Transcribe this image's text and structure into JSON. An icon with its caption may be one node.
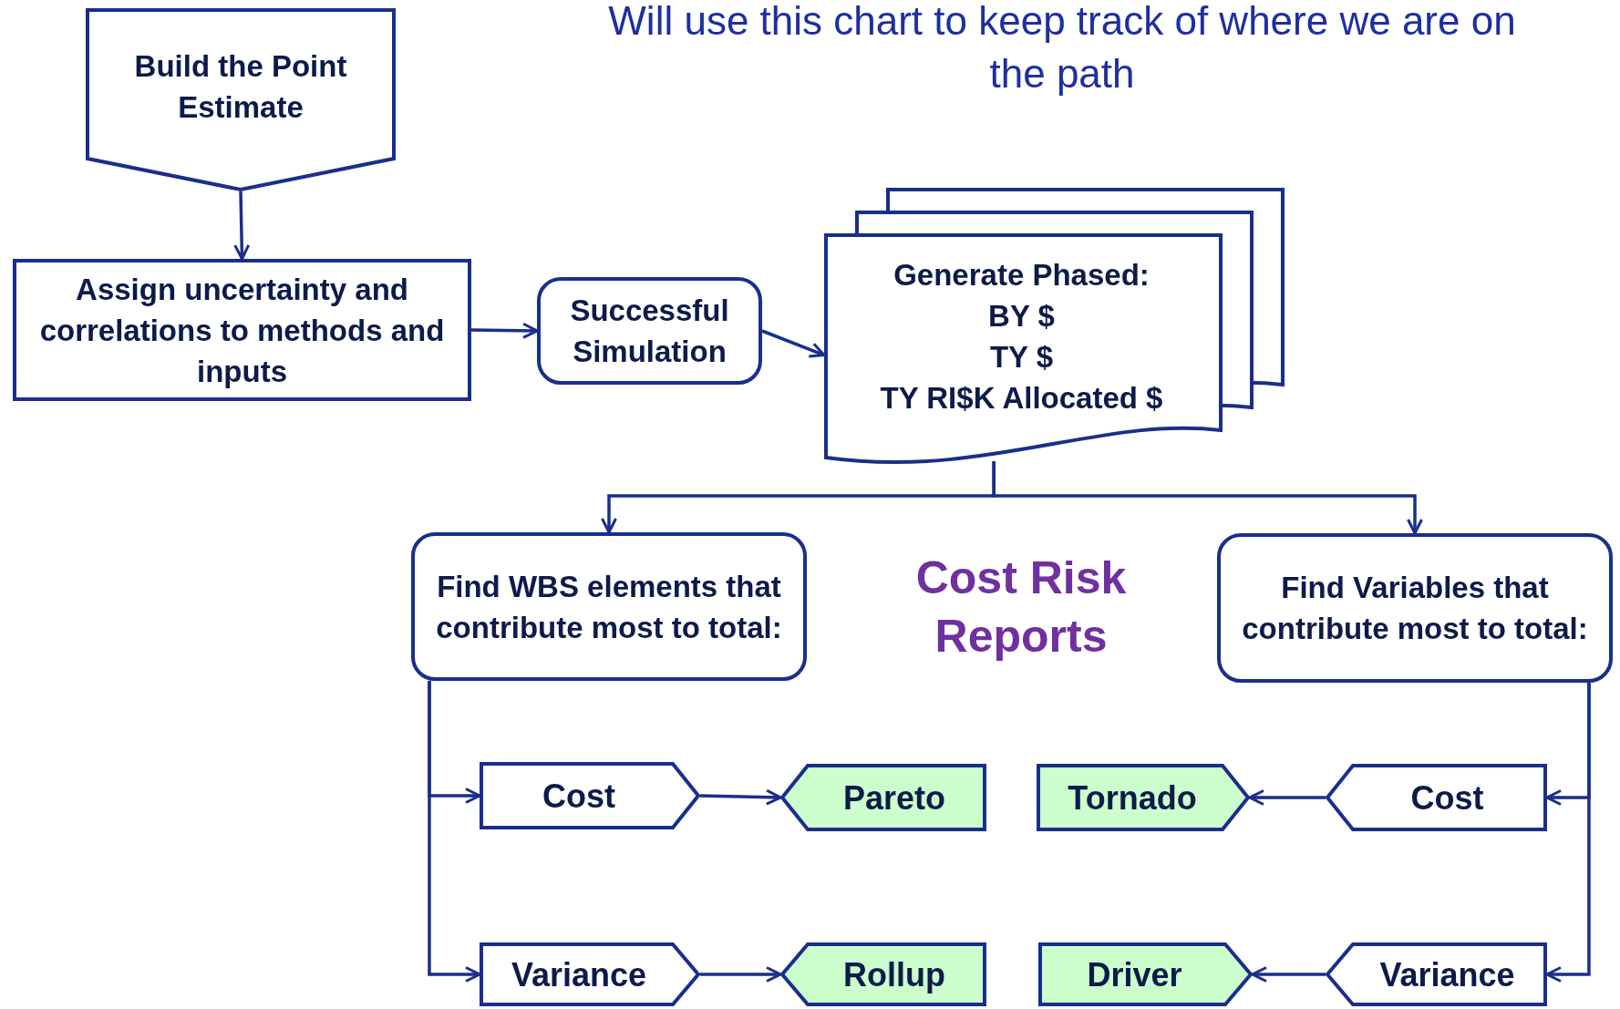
{
  "diagram": {
    "title": "Will use this chart to keep track of where we are on the path",
    "nodes": [
      {
        "text": [
          "Build the Point Estimate"
        ]
      },
      {
        "text": [
          "Assign uncertainty and correlations to methods and inputs"
        ]
      },
      {
        "text": [
          "Successful Simulation"
        ]
      },
      {
        "text": [
          "Generate Phased:",
          "BY $",
          "TY $",
          "TY RI$K Allocated $"
        ]
      },
      {
        "text": [
          "Find WBS elements that contribute most to total:"
        ]
      },
      {
        "text": [
          "Find Variables that contribute most to total:"
        ]
      },
      {
        "text": [
          "Cost"
        ]
      },
      {
        "text": [
          "Pareto"
        ]
      },
      {
        "text": [
          "Tornado"
        ]
      },
      {
        "text": [
          "Cost"
        ]
      },
      {
        "text": [
          "Variance"
        ]
      },
      {
        "text": [
          "Rollup"
        ]
      },
      {
        "text": [
          "Driver"
        ]
      },
      {
        "text": [
          "Variance"
        ]
      }
    ],
    "edges": [
      {
        "from": 0,
        "to": 1,
        "arrow": "to"
      },
      {
        "from": 1,
        "to": 2,
        "arrow": "to"
      },
      {
        "from": 2,
        "to": 3,
        "arrow": "to"
      },
      {
        "from": 3,
        "to": 4,
        "arrow": "to"
      },
      {
        "from": 3,
        "to": 5,
        "arrow": "to"
      },
      {
        "from": 4,
        "to": 6,
        "arrow": "to"
      },
      {
        "from": 4,
        "to": 10,
        "arrow": "to"
      },
      {
        "from": 6,
        "to": 7,
        "arrow": "to"
      },
      {
        "from": 10,
        "to": 11,
        "arrow": "to"
      },
      {
        "from": 5,
        "to": 9,
        "arrow": "to"
      },
      {
        "from": 5,
        "to": 13,
        "arrow": "to"
      },
      {
        "from": 9,
        "to": 8,
        "arrow": "to"
      },
      {
        "from": 13,
        "to": 12,
        "arrow": "to"
      }
    ],
    "labels": [
      "Cost Risk Reports"
    ]
  }
}
